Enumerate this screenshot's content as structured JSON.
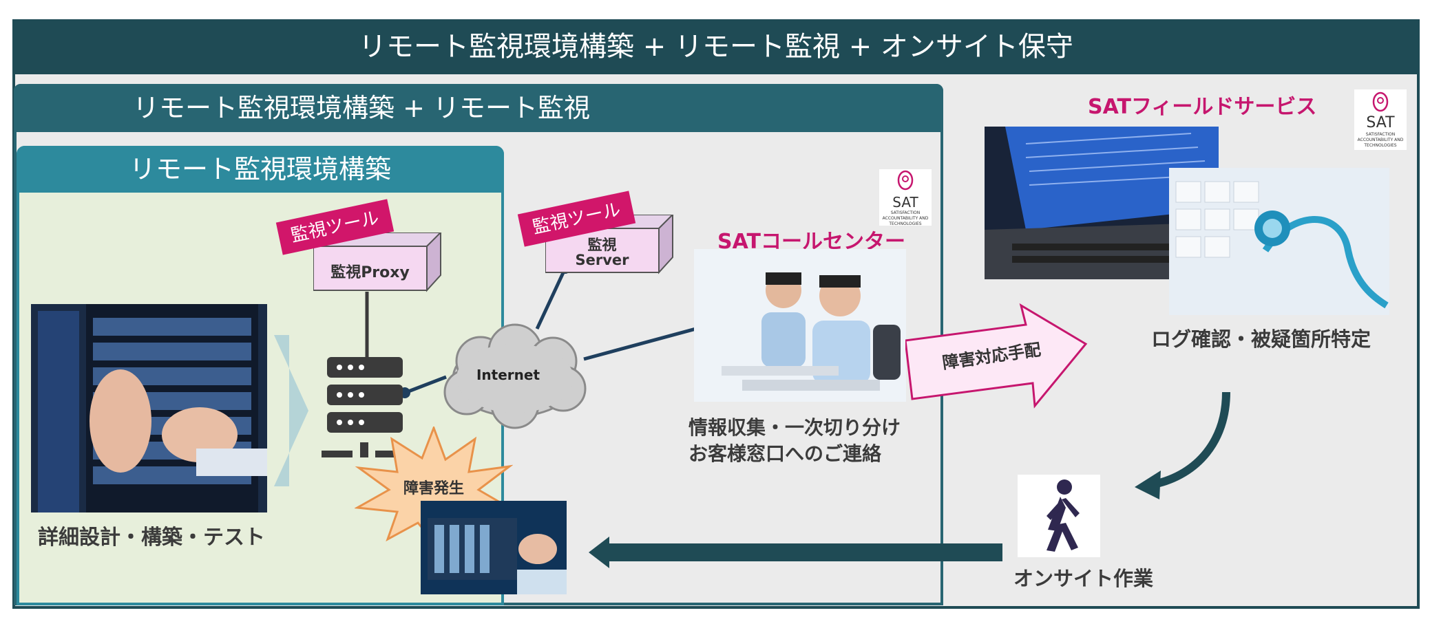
{
  "outer": {
    "title": "リモート監視環境構築 + リモート監視 + オンサイト保守"
  },
  "middle": {
    "title": "リモート監視環境構築 + リモート監視"
  },
  "inner": {
    "title": "リモート監視環境構築"
  },
  "design_label": "詳細設計・構築・テスト",
  "proxy": {
    "tool_tag": "監視ツール",
    "label": "監視Proxy"
  },
  "server": {
    "tool_tag": "監視ツール",
    "label_line1": "監視",
    "label_line2": "Server"
  },
  "internet_label": "Internet",
  "failure_label": "障害発生",
  "call_center": {
    "title": "SATコールセンター",
    "caption_line1": "情報収集・一次切り分け",
    "caption_line2": "お客様窓口へのご連絡"
  },
  "handoff_label": "障害対応手配",
  "field_service": {
    "title": "SATフィールドサービス",
    "caption": "ログ確認・被疑箇所特定"
  },
  "onsite_label": "オンサイト作業",
  "logo": {
    "main": "SAT",
    "line1": "SATISFACTION",
    "line2": "ACCOUNTABILITY AND",
    "line3": "TECHNOLOGIES"
  },
  "colors": {
    "outer_header": "#1f4b55",
    "middle_header": "#286572",
    "inner_header": "#2d8a9d",
    "inner_fill": "#e7efdb",
    "accent_pink": "#c6166e",
    "connector": "#1f3f5e"
  }
}
